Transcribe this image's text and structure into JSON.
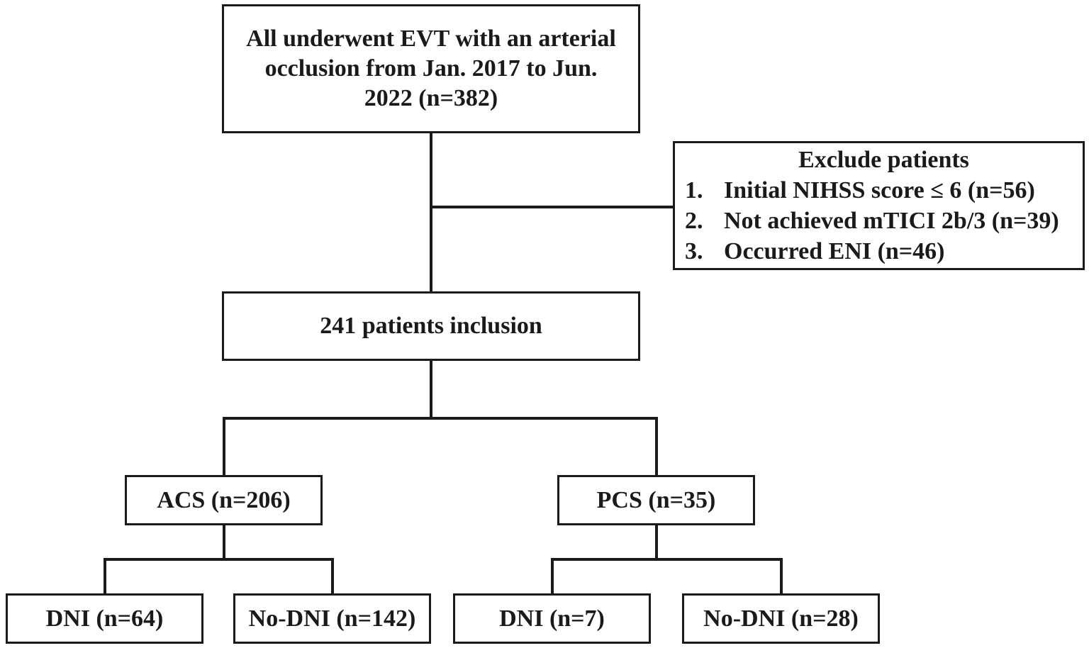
{
  "flowchart": {
    "top": {
      "lines": [
        "All underwent EVT with an arterial",
        "occlusion from Jan. 2017 to Jun.",
        "2022 (n=382)"
      ]
    },
    "exclude": {
      "title": "Exclude patients",
      "items": [
        {
          "num": "1.",
          "text": "Initial NIHSS score ≤ 6 (n=56)"
        },
        {
          "num": "2.",
          "text": "Not achieved mTICI 2b/3 (n=39)"
        },
        {
          "num": "3.",
          "text": "Occurred ENI (n=46)"
        }
      ]
    },
    "inclusion": "241 patients inclusion",
    "acs": {
      "label": "ACS (n=206)",
      "dni": "DNI (n=64)",
      "no_dni": "No-DNI (n=142)"
    },
    "pcs": {
      "label": "PCS (n=35)",
      "dni": "DNI (n=7)",
      "no_dni": "No-DNI (n=28)"
    }
  }
}
